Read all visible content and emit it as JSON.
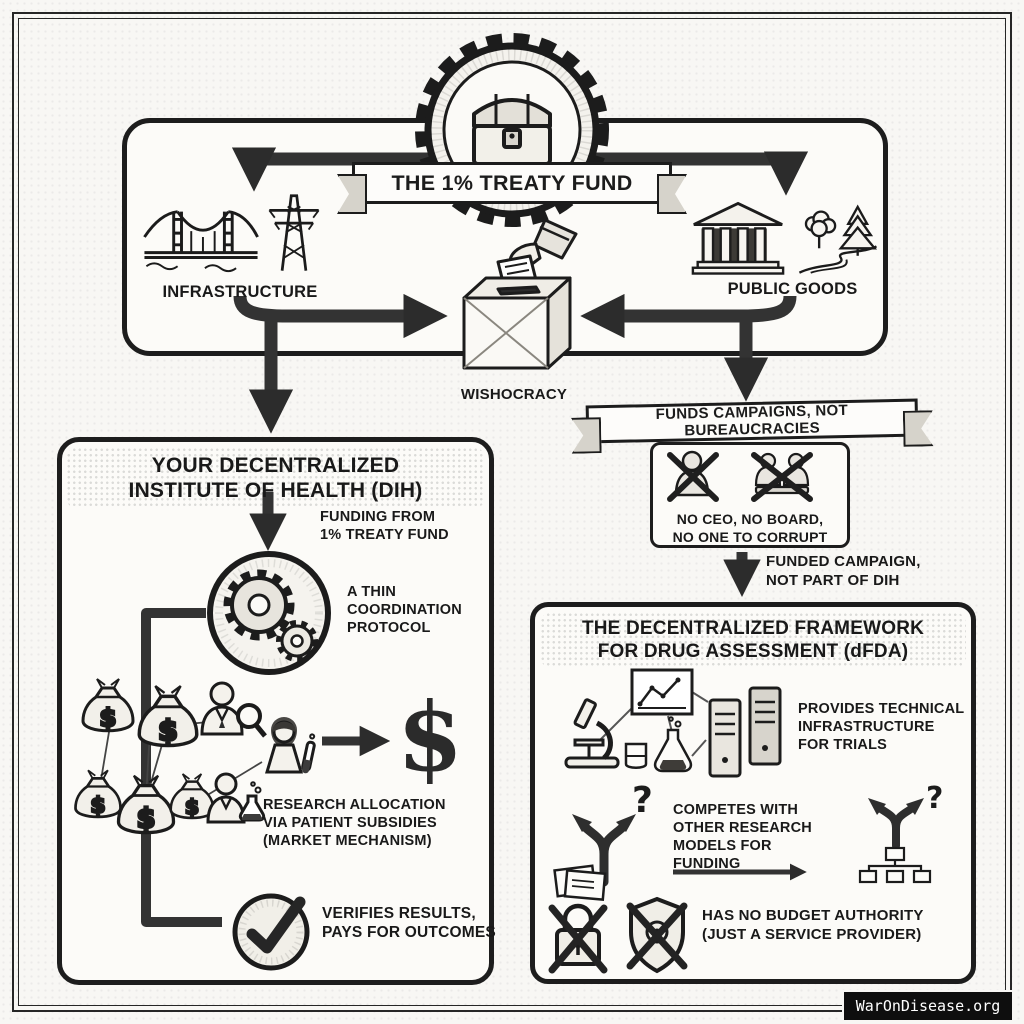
{
  "colors": {
    "ink": "#1c1c1c",
    "paper": "#f8f7f4",
    "arrow_gray": "#333333"
  },
  "watermark": "WarOnDisease.org",
  "treaty_fund": {
    "banner": "THE 1% TREATY FUND",
    "infrastructure_label": "INFRASTRUCTURE",
    "public_goods_label": "PUBLIC GOODS",
    "wishocracy_label": "WISHOCRACY"
  },
  "dih": {
    "title_lines": [
      "YOUR DECENTRALIZED",
      "INSTITUTE OF HEALTH (DIH)"
    ],
    "funding_lines": [
      "FUNDING FROM",
      "1% TREATY FUND"
    ],
    "protocol_lines": [
      "A THIN",
      "COORDINATION",
      "PROTOCOL"
    ],
    "allocation_lines": [
      "RESEARCH ALLOCATION",
      "VIA PATIENT SUBSIDIES",
      "(MARKET MECHANISM)"
    ],
    "verify_lines": [
      "VERIFIES RESULTS,",
      "PAYS FOR OUTCOMES"
    ],
    "dollar_sign": "$",
    "bag_symbol": "$"
  },
  "campaign": {
    "ribbon": "FUNDS CAMPAIGNS, NOT BUREAUCRACIES",
    "no_ceo_lines": [
      "NO CEO, NO BOARD,",
      "NO ONE TO CORRUPT"
    ],
    "funded_lines": [
      "FUNDED CAMPAIGN,",
      "NOT PART OF DIH"
    ]
  },
  "dfda": {
    "title_lines": [
      "THE DECENTRALIZED FRAMEWORK",
      "FOR DRUG ASSESSMENT (dFDA)"
    ],
    "provides_lines": [
      "PROVIDES TECHNICAL",
      "INFRASTRUCTURE",
      "FOR TRIALS"
    ],
    "competes_lines": [
      "COMPETES WITH",
      "OTHER RESEARCH",
      "MODELS FOR FUNDING"
    ],
    "budget_lines": [
      "HAS NO BUDGET AUTHORITY",
      "(JUST A SERVICE PROVIDER)"
    ],
    "question_mark": "?"
  },
  "icons": {
    "emblem": "gear-treasure-chest-icon",
    "infrastructure": [
      "suspension-bridge-icon",
      "power-tower-icon"
    ],
    "public_goods": [
      "bank-building-icon",
      "park-trees-icon"
    ],
    "wishocracy": "hand-ballot-box-icon",
    "dih": [
      "coordination-gears-icon",
      "money-bags-icon",
      "researchers-patients-icon",
      "dollar-icon",
      "checkmark-icon"
    ],
    "campaign": [
      "no-ceo-icon",
      "no-board-icon"
    ],
    "dfda": [
      "microscope-icon",
      "line-chart-icon",
      "beaker-icon",
      "flask-icon",
      "server-towers-icon",
      "fork-question-left-icon",
      "fork-question-right-icon",
      "no-lock-icon",
      "no-badge-icon"
    ]
  }
}
